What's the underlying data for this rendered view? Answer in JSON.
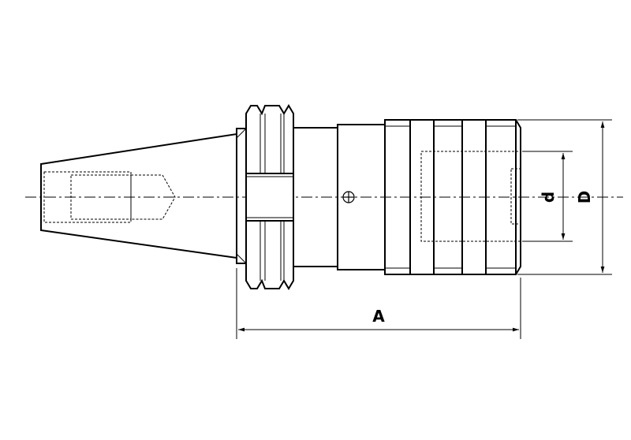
{
  "dimensions": {
    "length_label": "A",
    "inner_diameter_label": "d",
    "outer_diameter_label": "D"
  },
  "colors": {
    "line": "#000000",
    "background": "#ffffff"
  }
}
